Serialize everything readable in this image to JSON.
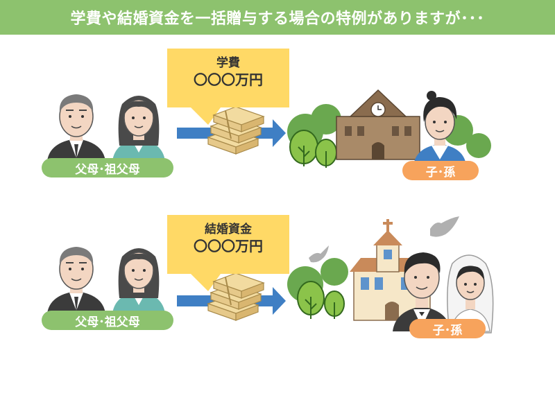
{
  "title": "学費や結婚資金を一括贈与する場合の特例がありますが･･･",
  "scenes": [
    {
      "gift_label": "学費",
      "amount": "〇〇〇万円",
      "giver_label": "父母･祖父母",
      "receiver_label": "子･孫"
    },
    {
      "gift_label": "結婚資金",
      "amount": "〇〇〇万円",
      "giver_label": "父母･祖父母",
      "receiver_label": "子･孫"
    }
  ],
  "colors": {
    "banner": "#8dc26e",
    "giver_pill": "#8dc26e",
    "receiver_pill": "#f7a35c",
    "bubble": "#ffd966",
    "arrow": "#3f7fc4"
  }
}
